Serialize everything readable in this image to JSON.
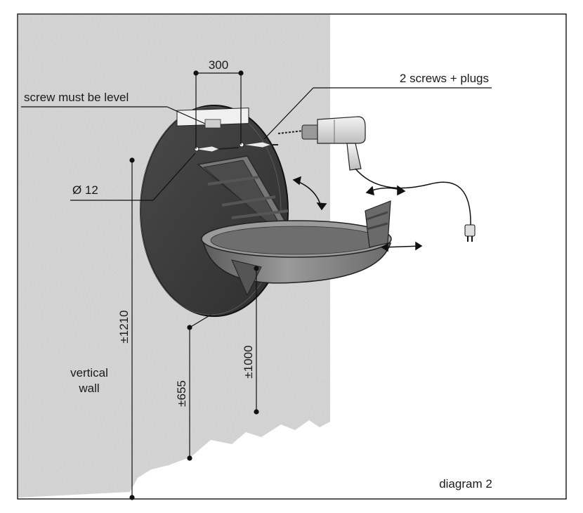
{
  "diagram": {
    "caption": "diagram 2",
    "labels": {
      "spacing": "300",
      "level_note": "screw must be level",
      "screws": "2 screws + plugs",
      "diameter": "Ø 12",
      "wall": [
        "vertical",
        "wall"
      ]
    },
    "dimensions": {
      "total_height": "±1210",
      "lower_height": "±655",
      "basin_height": "±1000"
    }
  },
  "colors": {
    "wall": "#dcdcdc",
    "panel": "#3a3a3a",
    "basin": "#8a8a8a",
    "line": "#1a1a1a"
  }
}
